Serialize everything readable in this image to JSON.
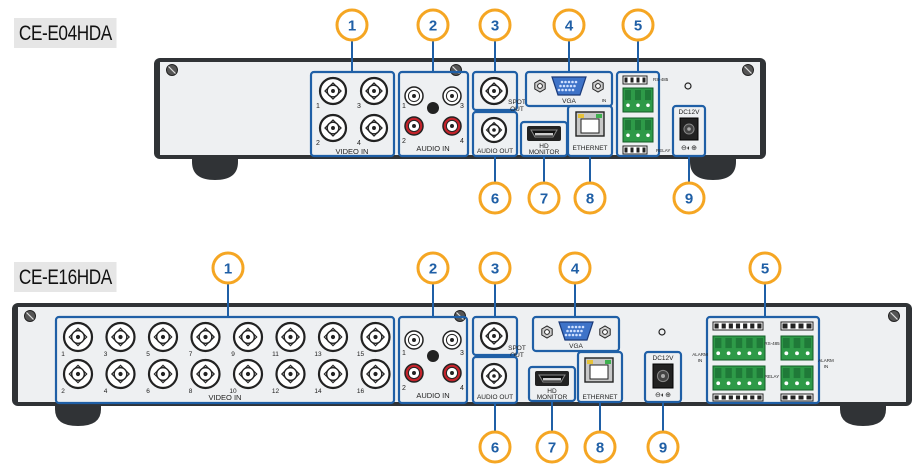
{
  "colors": {
    "callout_blue": "#1f5fa6",
    "callout_orange": "#f5a623",
    "chassis_back": "#eef0f2",
    "chassis_dark": "#303336",
    "port_green": "#2e9a48",
    "rca_red": "#c4232b"
  },
  "top_unit": {
    "model": "CE-E04HDA",
    "labels": {
      "video_in": "VIDEO IN",
      "audio_in": "AUDIO IN",
      "spot_out": "SPOT OUT",
      "audio_out": "AUDIO OUT",
      "vga": "VGA",
      "hd_monitor": "HD MONITOR",
      "ethernet": "ETHERNET",
      "power": "DC12V",
      "rs485": "RS-485",
      "alarm_in": "IN",
      "relay": "RELAY"
    },
    "video_numbers": [
      "1",
      "3",
      "2",
      "4"
    ],
    "audio_numbers": [
      "1",
      "3",
      "2",
      "4"
    ],
    "callouts": [
      "1",
      "2",
      "3",
      "4",
      "5",
      "6",
      "7",
      "8",
      "9"
    ]
  },
  "bottom_unit": {
    "model": "CE-E16HDA",
    "labels": {
      "video_in": "VIDEO IN",
      "audio_in": "AUDIO IN",
      "spot_out": "SPOT OUT",
      "audio_out": "AUDIO OUT",
      "vga": "VGA",
      "hd_monitor": "HD MONITOR",
      "ethernet": "ETHERNET",
      "power": "DC12V",
      "alarm_in": "ALARM IN",
      "alarm_in_right": "ALARM IN",
      "rs485": "RS-485",
      "relay": "RELAY"
    },
    "video_numbers": [
      "1",
      "3",
      "5",
      "7",
      "9",
      "11",
      "13",
      "15",
      "2",
      "4",
      "6",
      "8",
      "10",
      "12",
      "14",
      "16"
    ],
    "audio_numbers": [
      "1",
      "3",
      "2",
      "4"
    ],
    "callouts": [
      "1",
      "2",
      "3",
      "4",
      "5",
      "6",
      "7",
      "8",
      "9"
    ]
  }
}
